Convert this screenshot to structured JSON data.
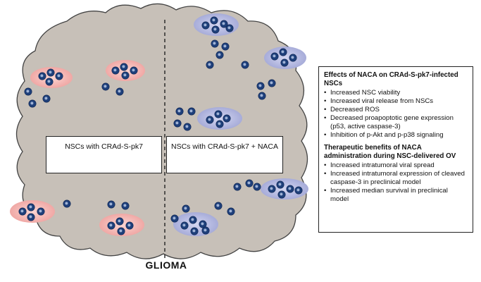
{
  "left_box_label": "NSCs with CRAd-S-pk7",
  "right_box_label": "NSCs with CRAd-S-pk7 + NACA",
  "tumor_label": "GLIOMA",
  "colors": {
    "tumor_fill": "#c7c0b8",
    "tumor_outline": "#444444",
    "pink_halo": "#f3b3b0",
    "blue_halo": "#b4b8df",
    "cell_body": "#1e3f7a",
    "cell_nucleus": "#9fb3d6"
  },
  "panel": {
    "effects": {
      "heading": "Effects of NACA on CRAd-S-pk7-infected NSCs",
      "items": [
        "Increased NSC viability",
        "Increased viral release from NSCs",
        "Decreased ROS",
        "Decreased proapoptotic gene expression (p53, active caspase-3)",
        "Inhibition of p-Akt and p-p38 signaling"
      ]
    },
    "benefits": {
      "heading": "Therapeutic benefits of NACA administration during NSC-delivered OV",
      "items": [
        "Increased intratumoral viral spread",
        "Increased intratumoral expression of cleaved caspase-3 in preclinical model",
        "Increased median survival in preclinical model"
      ]
    }
  }
}
